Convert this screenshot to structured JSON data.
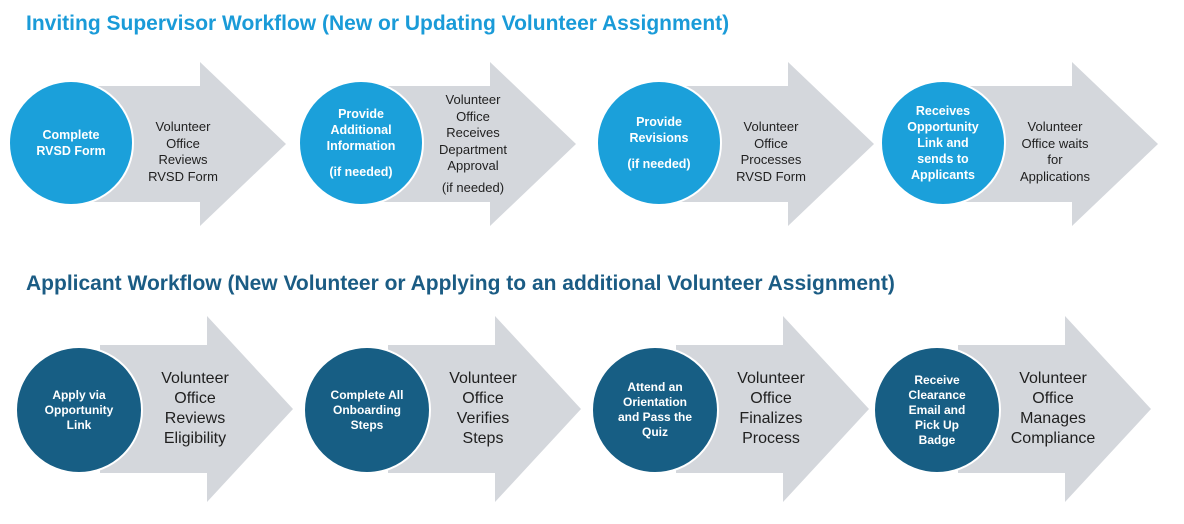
{
  "supervisor_workflow": {
    "title": "Inviting Supervisor Workflow (New or Updating Volunteer Assignment)",
    "steps": [
      {
        "circle": [
          "Complete",
          "RVSD Form"
        ],
        "arrow": [
          "Volunteer",
          "Office",
          "Reviews",
          "RVSD Form"
        ]
      },
      {
        "circle": [
          "Provide",
          "Additional",
          "Information",
          "",
          "(if needed)"
        ],
        "arrow": [
          "Volunteer",
          "Office",
          "Receives",
          "Department",
          "Approval",
          "(if needed)"
        ]
      },
      {
        "circle": [
          "Provide",
          "Revisions",
          "",
          "(if needed)"
        ],
        "arrow": [
          "Volunteer",
          "Office",
          "Processes",
          "RVSD Form"
        ]
      },
      {
        "circle": [
          "Receives",
          "Opportunity",
          "Link and",
          "sends to",
          "Applicants"
        ],
        "arrow": [
          "Volunteer",
          "Office waits",
          "for",
          "Applications"
        ]
      }
    ]
  },
  "applicant_workflow": {
    "title": "Applicant Workflow (New Volunteer or Applying to an additional Volunteer Assignment)",
    "steps": [
      {
        "circle": [
          "Apply via",
          "Opportunity",
          "Link"
        ],
        "arrow": [
          "Volunteer",
          "Office",
          "Reviews",
          "Eligibility"
        ]
      },
      {
        "circle": [
          "Complete All",
          "Onboarding",
          "Steps"
        ],
        "arrow": [
          "Volunteer",
          "Office",
          "Verifies",
          "Steps"
        ]
      },
      {
        "circle": [
          "Attend an",
          "Orientation",
          "and Pass the",
          "Quiz"
        ],
        "arrow": [
          "Volunteer",
          "Office",
          "Finalizes",
          "Process"
        ]
      },
      {
        "circle": [
          "Receive",
          "Clearance",
          "Email and",
          "Pick Up",
          "Badge"
        ],
        "arrow": [
          "Volunteer",
          "Office",
          "Manages",
          "Compliance"
        ]
      }
    ]
  },
  "colors": {
    "supervisor_title": "#1a9bd8",
    "supervisor_circle": "#1ba0da",
    "applicant_title": "#1b5c84",
    "applicant_circle": "#175e84",
    "arrow_fill": "#d4d7dc"
  }
}
